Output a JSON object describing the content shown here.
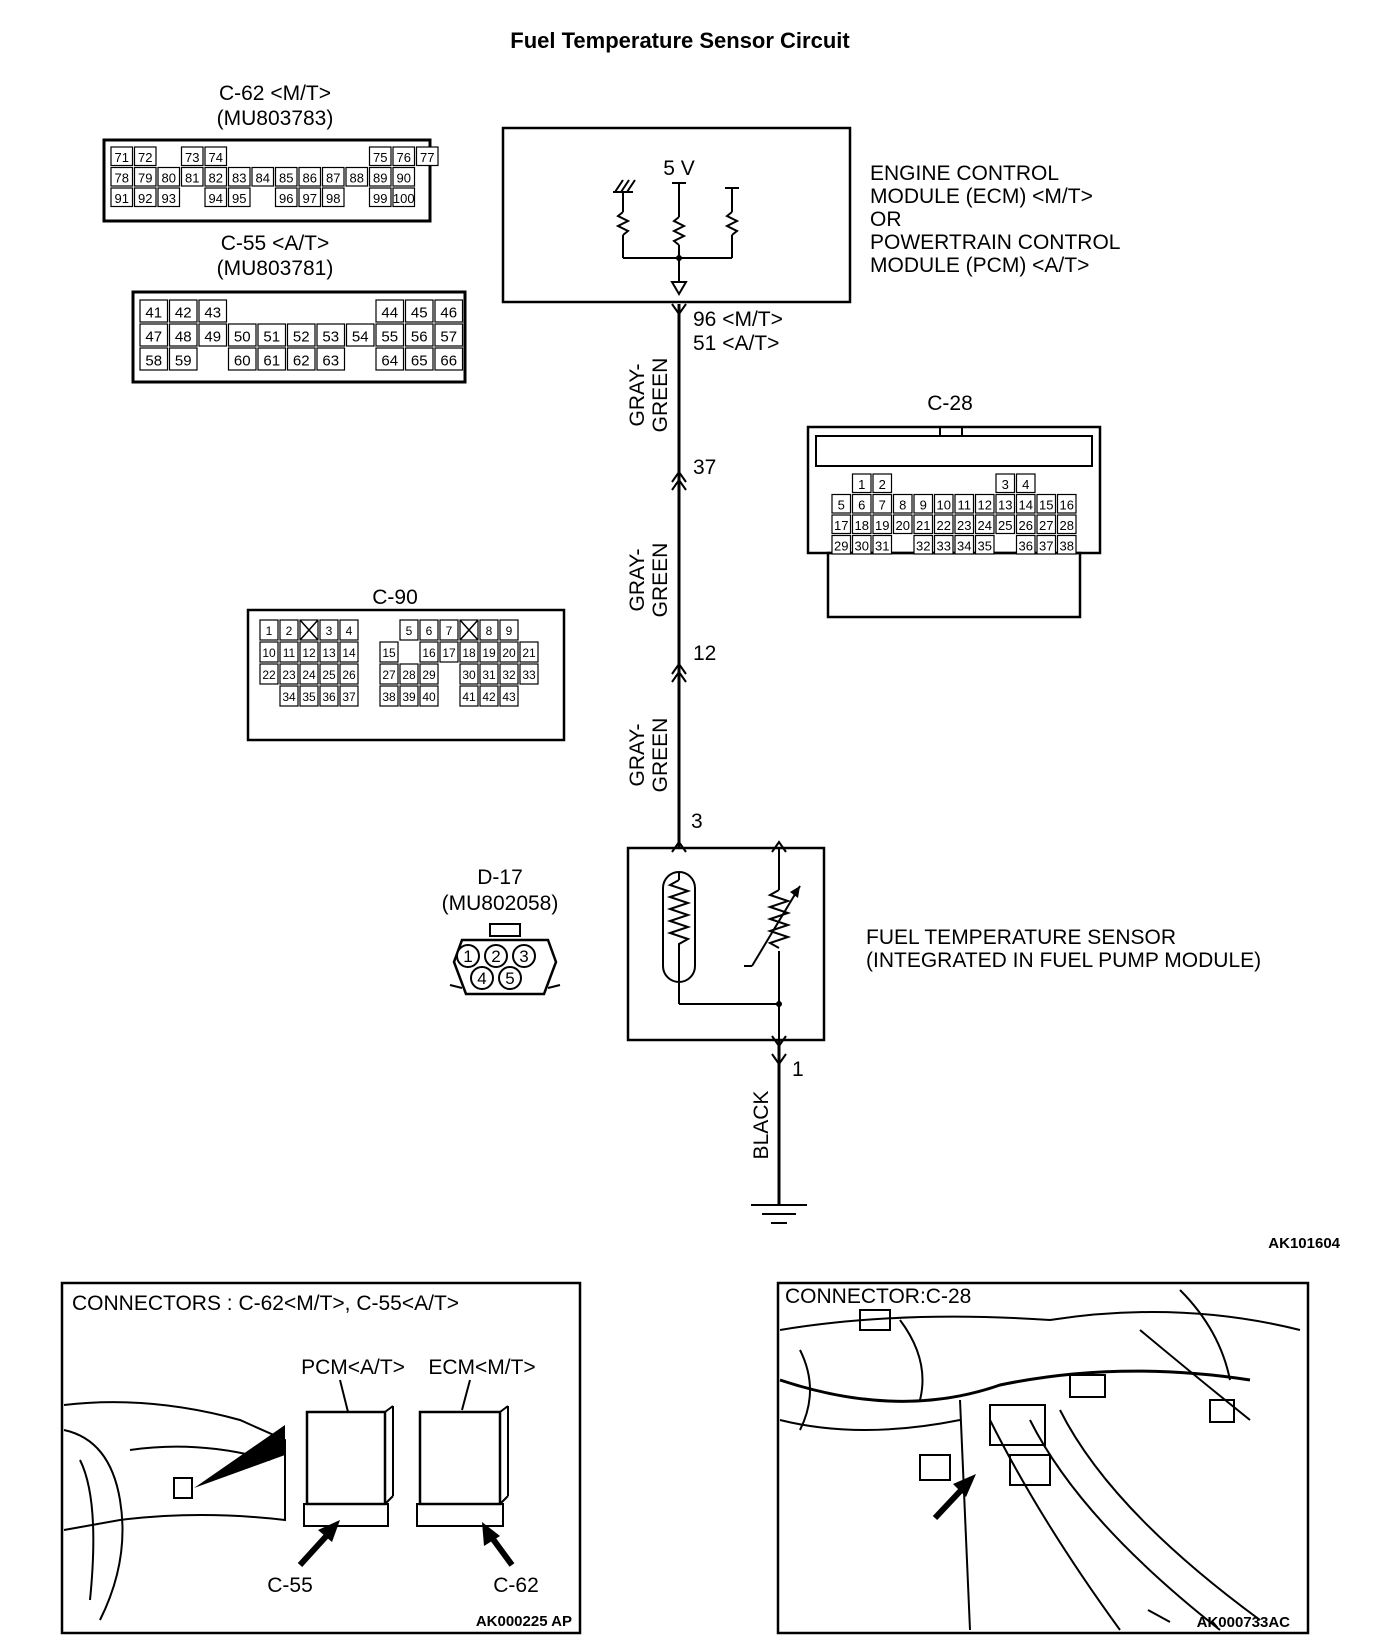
{
  "title": "Fuel Temperature Sensor Circuit",
  "connectors": {
    "c62": {
      "name": "C-62 <M/T>",
      "part": "(MU803783)",
      "rows": [
        [
          "71",
          "72",
          "",
          "73",
          "74",
          "",
          "",
          "",
          "",
          "",
          "",
          "75",
          "76",
          "77"
        ],
        [
          "78",
          "79",
          "80",
          "81",
          "82",
          "83",
          "84",
          "85",
          "86",
          "87",
          "88",
          "89",
          "90"
        ],
        [
          "91",
          "92",
          "93",
          "",
          "94",
          "95",
          "",
          "96",
          "97",
          "98",
          "",
          "99",
          "100"
        ]
      ]
    },
    "c55": {
      "name": "C-55 <A/T>",
      "part": "(MU803781)",
      "rows": [
        [
          "41",
          "42",
          "43",
          "",
          "",
          "",
          "",
          "",
          "44",
          "45",
          "46"
        ],
        [
          "47",
          "48",
          "49",
          "50",
          "51",
          "52",
          "53",
          "54",
          "55",
          "56",
          "57"
        ],
        [
          "58",
          "59",
          "",
          "60",
          "61",
          "62",
          "63",
          "",
          "64",
          "65",
          "66"
        ]
      ]
    },
    "c28": {
      "name": "C-28",
      "rows": [
        [
          "",
          "1",
          "2",
          "",
          "",
          "",
          "",
          "",
          "3",
          "4",
          ""
        ],
        [
          "5",
          "6",
          "7",
          "8",
          "9",
          "10",
          "11",
          "12",
          "13",
          "14",
          "15",
          "16"
        ],
        [
          "17",
          "18",
          "19",
          "20",
          "21",
          "22",
          "23",
          "24",
          "25",
          "26",
          "27",
          "28"
        ],
        [
          "29",
          "30",
          "31",
          "",
          "32",
          "33",
          "34",
          "35",
          "",
          "36",
          "37",
          "38"
        ]
      ]
    },
    "c90": {
      "name": "C-90",
      "rows": [
        [
          "1",
          "2",
          "X",
          "3",
          "4",
          "",
          "",
          "5",
          "6",
          "7",
          "X",
          "8",
          "9"
        ],
        [
          "10",
          "11",
          "12",
          "13",
          "14",
          "",
          "15",
          "",
          "16",
          "17",
          "18",
          "19",
          "20",
          "21"
        ],
        [
          "22",
          "23",
          "24",
          "25",
          "26",
          "",
          "27",
          "28",
          "29",
          "",
          "30",
          "31",
          "32",
          "33"
        ],
        [
          "",
          "34",
          "35",
          "36",
          "37",
          "",
          "38",
          "39",
          "40",
          "",
          "41",
          "42",
          "43"
        ]
      ]
    },
    "d17": {
      "name": "D-17",
      "part": "(MU802058)",
      "pins": [
        "1",
        "2",
        "3",
        "4",
        "5"
      ]
    }
  },
  "ecm": {
    "voltage": "5 V",
    "lines": [
      "ENGINE CONTROL",
      "MODULE (ECM) <M/T>",
      "OR",
      "POWERTRAIN CONTROL",
      "MODULE (PCM) <A/T>"
    ]
  },
  "circuit": {
    "ecm_pin_mt": "96 <M/T>",
    "ecm_pin_at": "51 <A/T>",
    "wire_color_1": "GRAY-",
    "wire_color_2": "GREEN",
    "c28_pin": "37",
    "c90_pin": "12",
    "sensor_pin": "3",
    "ground_pin": "1",
    "ground_wire": "BLACK"
  },
  "sensor": {
    "line1": "FUEL TEMPERATURE SENSOR",
    "line2": "(INTEGRATED IN FUEL PUMP MODULE)"
  },
  "figure_code": "AK101604",
  "inset_left": {
    "title": "CONNECTORS : C-62<M/T>, C-55<A/T>",
    "pcm_label": "PCM<A/T>",
    "ecm_label": "ECM<M/T>",
    "c55_label": "C-55",
    "c62_label": "C-62",
    "code": "AK000225 AP"
  },
  "inset_right": {
    "title": "CONNECTOR:C-28",
    "code": "AK000733AC"
  }
}
